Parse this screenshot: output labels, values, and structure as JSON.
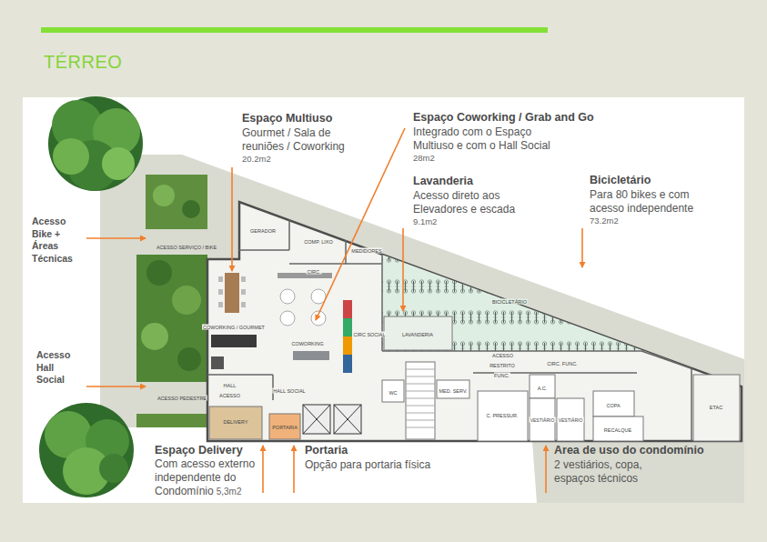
{
  "diagram": {
    "title": "TÉRREO",
    "labels": [
      "Espaço Multiuso",
      "Gourmet / Sala de reuniões / Coworking",
      "20.2m2",
      "Espaço Coworking / Grab and Go",
      "Integrado com o Espaço Multiuso e com o Hall Social",
      "28m2",
      "Lavanderia",
      "Acesso direto aos Elevadores e escada",
      "9.1m2",
      "Bicicletário",
      "Para 80 bikes e com acesso independente",
      "73.2m2",
      "Acesso Bike + Áreas Técnicas",
      "Acesso Hall Social",
      "Espaço Delivery",
      "Com acesso externo independente do Condomínio",
      "5,3m2",
      "Portaria",
      "Opção para portaria física",
      "Area de uso do condomínio",
      "2 vestiários, copa, espaços técnicos",
      "GERADOR",
      "COMP. LIXO",
      "MEDIDORES",
      "CIRC.",
      "ACESSO SERVIÇO / BIKE",
      "ACESSO PEDESTRE",
      "COWORKING / GOURMET",
      "COWORKING",
      "CIRC SOCIAL",
      "LAVANDERIA",
      "BICICLETÁRIO",
      "HALL ACESSO",
      "HALL SOCIAL",
      "DELIVERY",
      "PORTARIA",
      "WC",
      "MED. SERV.",
      "ACESSO RESTRITO FUNC.",
      "CIRC. FUNC.",
      "C. PRESSUR.",
      "A.C.",
      "VESTIÁRIO",
      "VESTIÁRIO",
      "COPA",
      "RECALQUE",
      "ETAC"
    ]
  }
}
